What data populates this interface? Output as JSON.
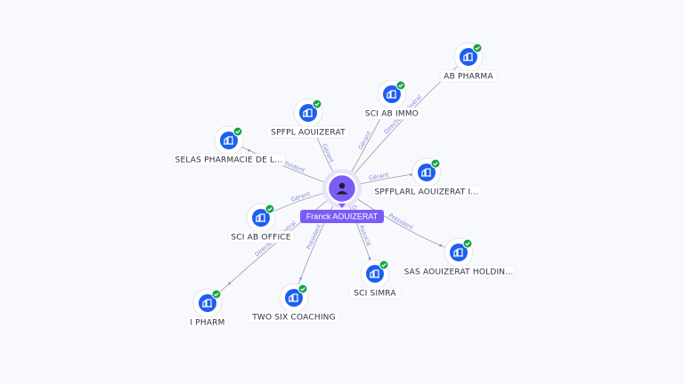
{
  "center": {
    "name": "Franck AOUIZERAT",
    "icon": "person-icon",
    "color": "#7c5cf5"
  },
  "colors": {
    "company": "#1d5ff0",
    "check": "#17a34a",
    "edge": "#9a9aa8",
    "edge_label": "#8a86d8",
    "label_text": "#2c3140"
  },
  "nodes": [
    {
      "id": "ab-pharma",
      "label": "AB PHARMA",
      "icon": "building-icon",
      "check": "verified-check-icon",
      "role": "Directeur Général"
    },
    {
      "id": "sci-ab-immo",
      "label": "SCI AB IMMO",
      "icon": "building-icon",
      "check": "verified-check-icon",
      "role": "Gérant"
    },
    {
      "id": "spfpl-aouizerat",
      "label": "SPFPL AOUIZERAT",
      "icon": "building-icon",
      "check": "verified-check-icon",
      "role": "Gérant"
    },
    {
      "id": "selas-pharmacie",
      "label": "SELAS PHARMACIE DE L...",
      "icon": "building-icon",
      "check": "verified-check-icon",
      "role": "Président"
    },
    {
      "id": "spfplarl-aouizerat",
      "label": "SPFPLARL AOUIZERAT I...",
      "icon": "building-icon",
      "check": "verified-check-icon",
      "role": "Gérant"
    },
    {
      "id": "sci-ab-office",
      "label": "SCI AB OFFICE",
      "icon": "building-icon",
      "check": "verified-check-icon",
      "role": "Gérant"
    },
    {
      "id": "sas-aouizerat-holding",
      "label": "SAS AOUIZERAT HOLDIN...",
      "icon": "building-icon",
      "check": "verified-check-icon",
      "role": "Président"
    },
    {
      "id": "sci-simra",
      "label": "SCI SIMRA",
      "icon": "building-icon",
      "check": "verified-check-icon",
      "role": "Gérant Associé"
    },
    {
      "id": "two-six-coaching",
      "label": "TWO SIX COACHING",
      "icon": "building-icon",
      "check": "verified-check-icon",
      "role": "Président"
    },
    {
      "id": "i-pharm",
      "label": "I PHARM",
      "icon": "building-icon",
      "check": "verified-check-icon",
      "role": "Directeur Général"
    }
  ]
}
